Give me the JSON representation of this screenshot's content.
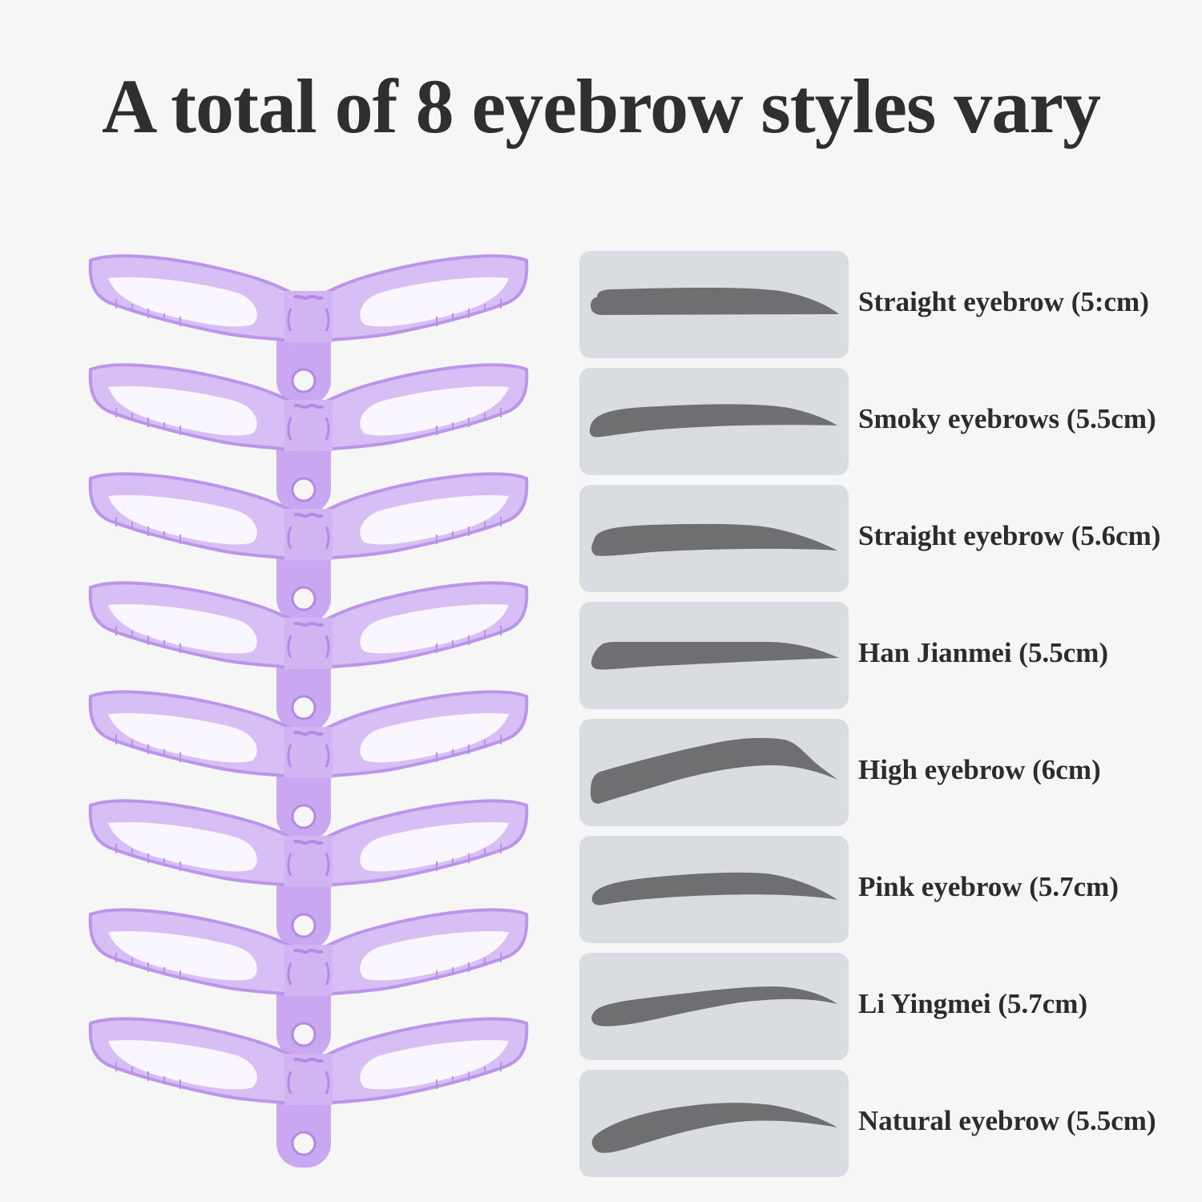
{
  "header": {
    "title": "A total of 8 eyebrow styles vary"
  },
  "colors": {
    "background": "#f6f6f6",
    "card": "#d9dce0",
    "brow": "#6f6e70",
    "stencil": "#c8a8f0",
    "stencil_edge": "#b48ae6",
    "text": "#2c2c2c"
  },
  "stencil_count": 8,
  "styles": [
    {
      "label": "Straight eyebrow (5:cm)",
      "shape": "straight"
    },
    {
      "label": "Smoky eyebrows (5.5cm)",
      "shape": "smoky"
    },
    {
      "label": "Straight eyebrow (5.6cm)",
      "shape": "straight-curved"
    },
    {
      "label": "Han Jianmei (5.5cm)",
      "shape": "flat-blade"
    },
    {
      "label": "High eyebrow (6cm)",
      "shape": "high-arch"
    },
    {
      "label": "Pink eyebrow (5.7cm)",
      "shape": "soft-arch"
    },
    {
      "label": "Li Yingmei (5.7cm)",
      "shape": "rising"
    },
    {
      "label": "Natural eyebrow (5.5cm)",
      "shape": "natural-arch"
    }
  ]
}
